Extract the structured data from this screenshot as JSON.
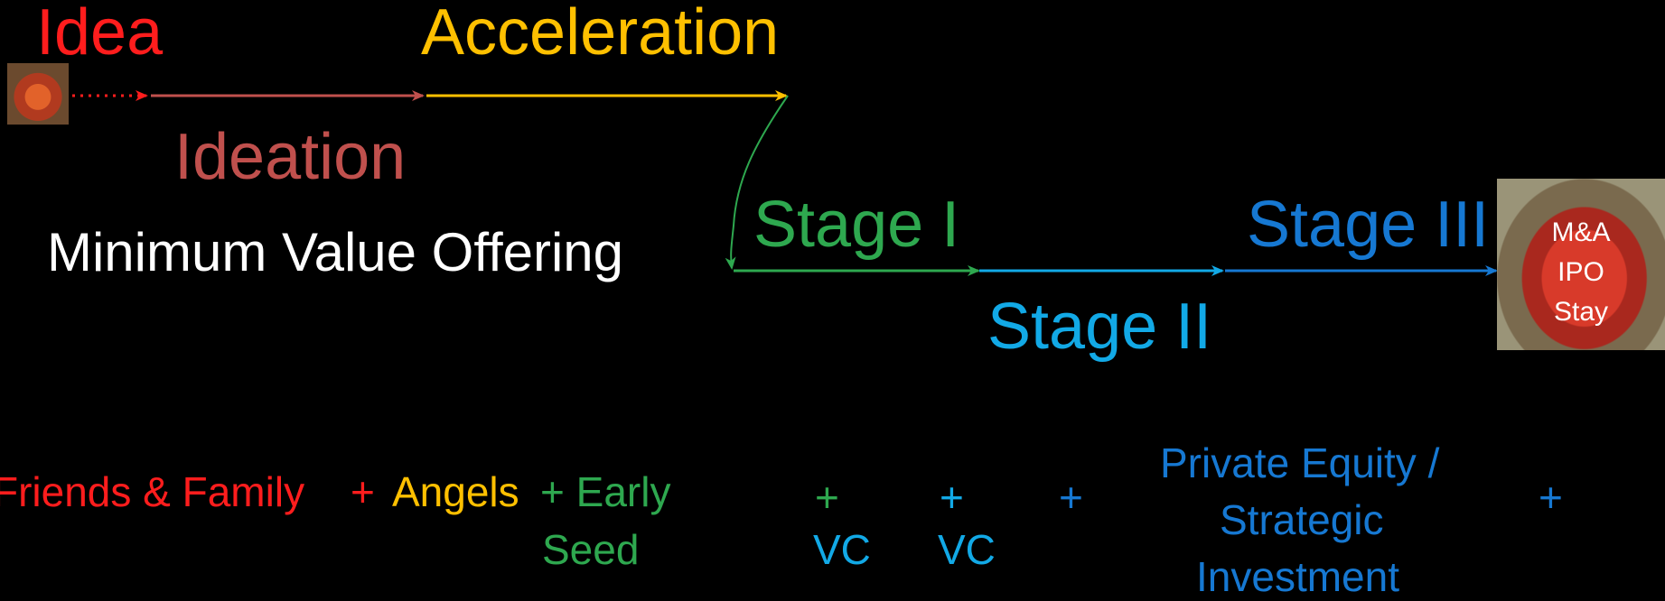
{
  "phases": {
    "idea": "Idea",
    "acceleration": "Acceleration",
    "ideation": "Ideation",
    "mvo": "Minimum Value Offering",
    "stage1": "Stage I",
    "stage2": "Stage II",
    "stage3": "Stage III"
  },
  "outcomes": [
    "M&A",
    "IPO",
    "Stay"
  ],
  "funding": {
    "friends": "Friends & Family",
    "plus1": "+",
    "angels": "Angels",
    "plus2": "+ Early",
    "seed": "Seed",
    "plus3": "+",
    "vc1": "VC",
    "plus4": "+",
    "vc2": "VC",
    "plus5": "+",
    "pe_line1": "Private Equity /",
    "pe_line2": "Strategic",
    "pe_line3": "Investment",
    "plus6": "+"
  },
  "colors": {
    "red": "#ff1d1d",
    "ideation": "#c0504d",
    "orange": "#ffc000",
    "green": "#2ea84f",
    "cyan": "#12a9e6",
    "blue": "#1678d2"
  },
  "images": {
    "start": "apple-seedling-image",
    "end": "apple-image"
  }
}
